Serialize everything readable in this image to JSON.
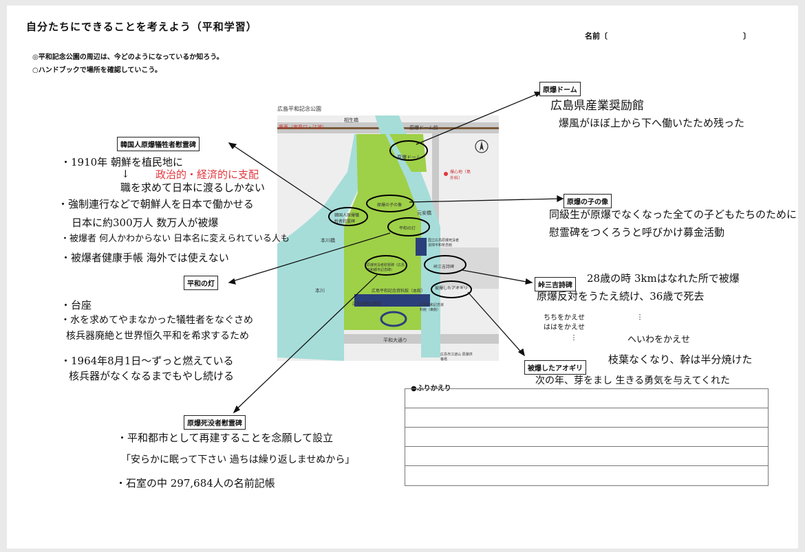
{
  "header": {
    "title": "自分たちにできることを考えよう（平和学習）",
    "line1": "◎平和記念公園の周辺は、今どのようになっているか知ろう。",
    "line2": "○ハンドブックで場所を確認していこう。",
    "name_label": "名前〔",
    "name_close": "〕"
  },
  "map": {
    "title": "広島平和記念公園",
    "labels": [
      "相生橋",
      "電車（宮島口・江波）",
      "原爆ドーム",
      "原爆ドーム前",
      "韓国人原爆犠牲者慰霊碑",
      "原爆の子の像",
      "平和の灯",
      "元安橋",
      "国立広島原爆死没者追悼平和祈念館",
      "原爆死没者慰霊碑（広島平和都市記念碑）",
      "峠三吉詩碑",
      "被爆したアオギリ",
      "広島平和記念資料館（本館）",
      "広島平和記念資料館（東館）",
      "広島国際会議場",
      "本川橋",
      "本川",
      "平和大通り",
      "広島市江波山 原爆供養塔",
      "爆心地（島外科）"
    ]
  },
  "callouts": {
    "dome": {
      "label": "原爆ドーム",
      "notes": [
        "広島県産業奨励館",
        "爆風がほぼ上から下へ働いたため残った"
      ]
    },
    "korean": {
      "label": "韓国人原爆犠牲者慰霊碑",
      "notes": [
        "・1910年 朝鮮を植民地に",
        "政治的・経済的に支配",
        "職を求めて日本に渡るしかない",
        "・強制連行などで朝鮮人を日本で働かせる",
        "日本に約300万人 数万人が被爆",
        "・被爆者 何人かわからない 日本名に変えられている人も",
        "・被爆者健康手帳 海外では使えない"
      ],
      "arrow_down": "↓"
    },
    "child": {
      "label": "原爆の子の像",
      "notes": [
        "同級生が原爆でなくなった全ての子どもたちのために",
        "慰霊碑をつくろうと呼びかけ募金活動"
      ]
    },
    "flame": {
      "label": "平和の灯",
      "notes": [
        "・台座",
        "・水を求めてやまなかった犠牲者をなぐさめ",
        "核兵器廃絶と世界恒久平和を希求するため",
        "・1964年8月1日～ずっと燃えている",
        "核兵器がなくなるまでもやし続ける"
      ]
    },
    "toge": {
      "label": "峠三吉詩碑",
      "notes": [
        "28歳の時 3kmはなれた所で被爆",
        "原爆反対をうたえ続け、36歳で死去",
        "ちちをかえせ",
        "ははをかえせ",
        "︙",
        "︙",
        "へいわをかえせ"
      ]
    },
    "aogiri": {
      "label": "被爆したアオギリ",
      "notes": [
        "枝葉なくなり、幹は半分焼けた",
        "次の年、芽をまし 生きる勇気を与えてくれた"
      ]
    },
    "cenotaph": {
      "label": "原爆死没者慰霊碑",
      "notes": [
        "・平和都市として再建することを念願して設立",
        "「安らかに眠って下さい 過ちは繰り返しませぬから」",
        "・石室の中 297,684人の名前記帳"
      ]
    }
  },
  "reflection": {
    "label": "●ふりかえり",
    "rows": [
      "",
      "",
      "",
      "",
      ""
    ]
  },
  "colors": {
    "river": "#a6ddd9",
    "park": "#9ed048",
    "road": "#c9c9c9",
    "red": "#e0373d"
  }
}
